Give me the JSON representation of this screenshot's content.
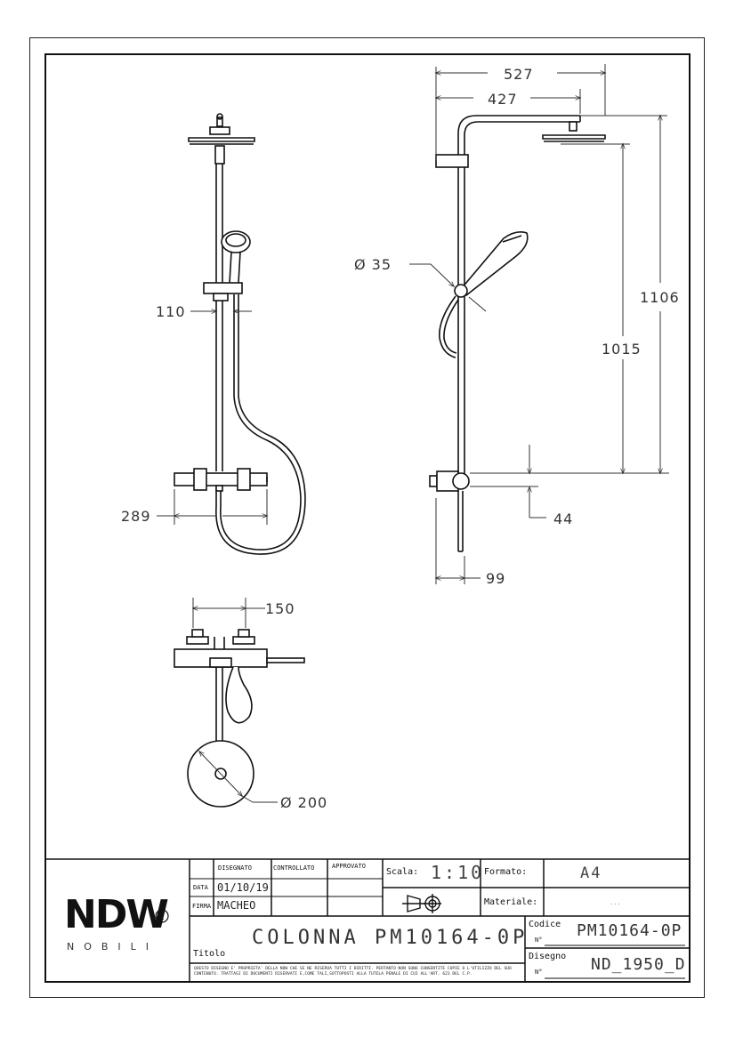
{
  "dimensions": {
    "d527": "527",
    "d427": "427",
    "d1106": "1106",
    "d1015": "1015",
    "d_phi35": "Ø 35",
    "d110": "110",
    "d289": "289",
    "d44": "44",
    "d99": "99",
    "d150": "150",
    "d_phi200": "Ø 200"
  },
  "title_block": {
    "logo_text": "NDW",
    "logo_sub": "NOBILI",
    "hdr_disegnato": "DISEGNATO",
    "hdr_controllato": "CONTROLLATO",
    "hdr_approvato": "APPROVATO",
    "lbl_data": "DATA",
    "val_data": "01/10/19",
    "lbl_firma": "FIRMA",
    "val_firma": "MACHEO",
    "lbl_scala": "Scala:",
    "val_scala": "1:10",
    "lbl_formato": "Formato:",
    "val_formato": "A4",
    "lbl_materiale": "Materiale:",
    "val_materiale": "...",
    "lbl_titolo": "Titolo",
    "val_titolo": "COLONNA PM10164-0P",
    "lbl_codice": "Codice",
    "lbl_no1": "N°",
    "val_codice": "PM10164-0P",
    "lbl_disegno": "Disegno",
    "lbl_no2": "N°",
    "val_disegno": "ND_1950_D",
    "legal_text": "QUESTO DISEGNO E' PROPRIETA' DELLA NDW CHE SE NE RISERVA TUTTI I DIRITTI. PERTANTO NON SONO CONSENTITE COPIE O L'UTILIZZO DEL SUO CONTENUTO. TRATTASI DI DOCUMENTI RISERVATI E,COME TALI,SOTTOPOSTI ALLA TUTELA PENALE DI CUI ALL'ART. 623 DEL C.P."
  }
}
